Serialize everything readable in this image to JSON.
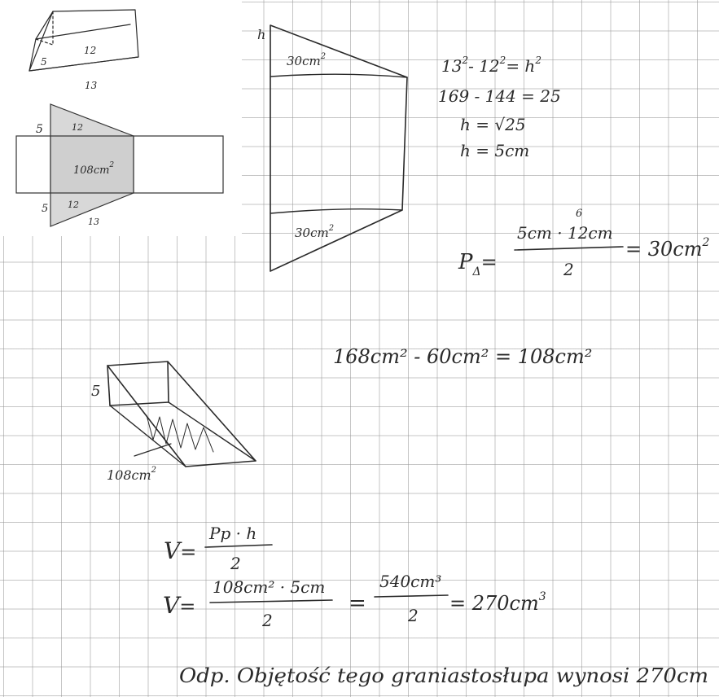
{
  "inset": {
    "prism": {
      "label_depth": "12",
      "label_height": "5",
      "label_base": "13"
    },
    "net": {
      "top_5": "5",
      "top_12": "12",
      "area": "108cm",
      "area_exp": "2",
      "bottom_5": "5",
      "bottom_12": "12",
      "bottom_13": "13"
    }
  },
  "trap": {
    "h": "h",
    "top_area": "30cm",
    "top_exp": "2",
    "bottom_area": "30cm",
    "bottom_exp": "2"
  },
  "calc": {
    "line1_a": "13",
    "line1_b": "- 12",
    "line1_c": "= h",
    "exp": "2",
    "line2": "169 - 144 = 25",
    "line3": "h = √25",
    "line4": "h = 5cm"
  },
  "triangle_area": {
    "lhs": "P",
    "lhs_sub": "Δ",
    "eq": "=",
    "numerator": "5cm · 12cm",
    "cancel_note": "6",
    "denominator": "2",
    "result": "= 30cm",
    "result_exp": "2"
  },
  "subtraction": {
    "text": "168cm² - 60cm² = 108cm²"
  },
  "sketch": {
    "label_5": "5",
    "area": "108cm",
    "area_exp": "2"
  },
  "volume": {
    "V": "V",
    "eq": "=",
    "f_num": "Pp · h",
    "f_den": "2",
    "s_num": "108cm² · 5cm",
    "s_den": "2",
    "m_num": "540cm³",
    "m_den": "2",
    "result": "= 270cm",
    "result_exp": "3"
  },
  "answer": {
    "text": "Odp. Objętość tego graniastosłupa wynosi 270cm"
  }
}
